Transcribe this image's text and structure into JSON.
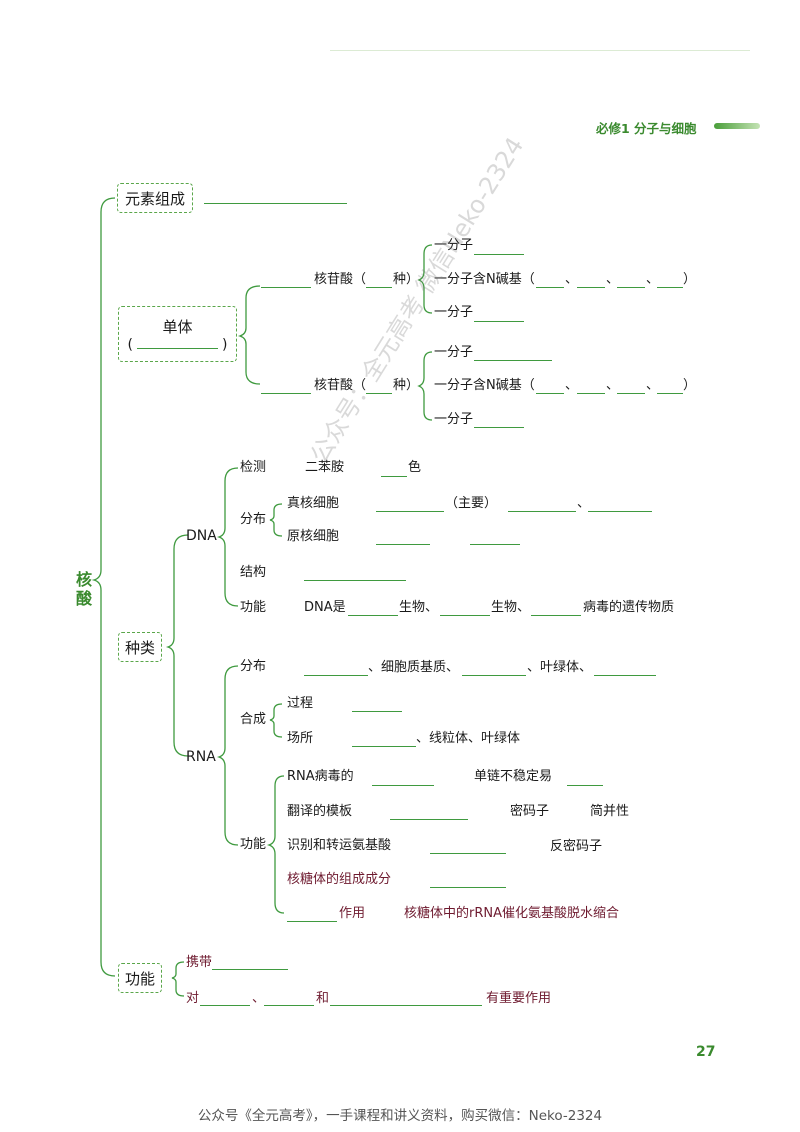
{
  "header": {
    "title": "必修1  分子与细胞",
    "page_number": "27"
  },
  "root": {
    "label": "核酸"
  },
  "element": {
    "label": "元素组成"
  },
  "monomer": {
    "label": "单体",
    "sub_left": "(",
    "sub_right": ")"
  },
  "nucleotide": {
    "text": "核苷酸（",
    "zhong": "种）"
  },
  "branch3_top": {
    "a": "一分子",
    "b": "一分子含N碱基（",
    "b_sep": "、",
    "b_close": "）",
    "c": "一分子"
  },
  "kinds": {
    "label": "种类"
  },
  "dna": {
    "label": "DNA",
    "detect": "检测",
    "reagent": "二苯胺",
    "color": "色",
    "distribution": "分布",
    "eukaryote": "真核细胞",
    "main": "（主要）",
    "sep": "、",
    "prokaryote": "原核细胞",
    "structure": "结构",
    "function": "功能",
    "func_text1": "DNA是",
    "func_text2": "生物、",
    "func_text3": "生物、",
    "func_text4": "病毒的遗传物质"
  },
  "rna": {
    "label": "RNA",
    "distribution": "分布",
    "dist_text1": "、细胞质基质、",
    "dist_text2": "、叶绿体、",
    "synthesis": "合成",
    "process": "过程",
    "place": "场所",
    "place_text": "、线粒体、叶绿体",
    "function": "功能",
    "f1": "RNA病毒的",
    "f1b": "单链不稳定易",
    "f2": "翻译的模板",
    "f2b": "密码子",
    "f2c": "简并性",
    "f3": "识别和转运氨基酸",
    "f3b": "反密码子",
    "f4": "核糖体的组成成分",
    "f5": "作用",
    "f5b": "核糖体中的rRNA催化氨基酸脱水缩合"
  },
  "function": {
    "label": "功能",
    "carry": "携带",
    "to": "对",
    "sep": "、",
    "and": "和",
    "important": "有重要作用"
  },
  "watermark": "公众号：全元高考   微信Neko-2324",
  "footer": "公众号《全元高考》，一手课程和讲义资料，购买微信：Neko-2324",
  "colors": {
    "green": "#3a8a2e",
    "line_green": "#3f9a3f",
    "maroon": "#6e1a2f"
  }
}
